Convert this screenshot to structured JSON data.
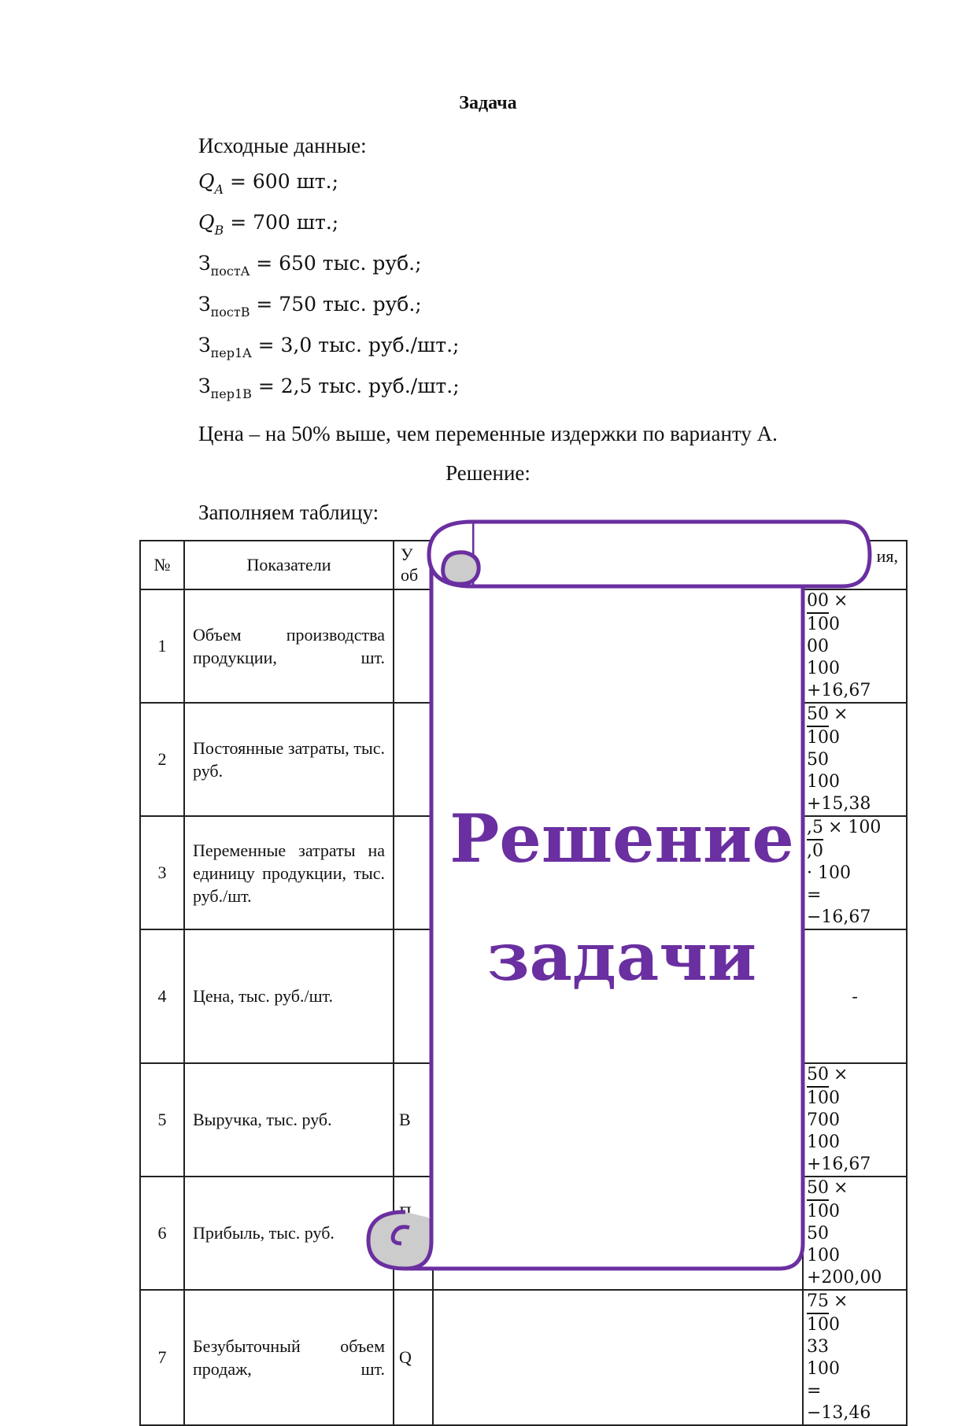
{
  "doc": {
    "title": "Задача",
    "given_label": "Исходные данные:",
    "givens": [
      {
        "sym": "Q",
        "sub": "A",
        "rest": " = 600 шт.;"
      },
      {
        "sym": "Q",
        "sub": "B",
        "rest": " = 700 шт.;"
      },
      {
        "sym": "З",
        "sub": "постA",
        "rest": " = 650 тыс. руб.;"
      },
      {
        "sym": "З",
        "sub": "постB",
        "rest": " = 750 тыс. руб.;"
      },
      {
        "sym": "З",
        "sub": "пер1A",
        "rest": " = 3,0 тыс. руб./шт.;"
      },
      {
        "sym": "З",
        "sub": "пер1B",
        "rest": " = 2,5 тыс. руб./шт.;"
      }
    ],
    "price_note": "Цена – на 50% выше, чем переменные издержки по варианту А.",
    "solution_label": "Решение:",
    "fill_label": "Заполняем таблицу:"
  },
  "table": {
    "headers": [
      "№",
      "Показатели",
      "У",
      "об",
      "ия,"
    ],
    "rows": [
      {
        "n": "1",
        "label": "Объем производства продукции, шт.",
        "unit": "",
        "calc": [
          "00",
          "× 100",
          "00",
          "100",
          "+16,67"
        ]
      },
      {
        "n": "2",
        "label": "Постоянные затраты, тыс. руб.",
        "unit": "",
        "calc": [
          "50",
          "× 100",
          "50",
          "100",
          "+15,38"
        ]
      },
      {
        "n": "3",
        "label": "Переменные затраты на единицу продукции, тыс. руб./шт.",
        "unit": "",
        "calc": [
          ",5",
          "× 100",
          ",0",
          "· 100",
          "= −16,67"
        ]
      },
      {
        "n": "4",
        "label": "Цена, тыс. руб./шт.",
        "unit": "",
        "calc_single": "-"
      },
      {
        "n": "5",
        "label": "Выручка, тыс. руб.",
        "unit": "В",
        "calc": [
          "50",
          "× 100",
          "700",
          "100",
          "+16,67"
        ]
      },
      {
        "n": "6",
        "label": "Прибыль, тыс. руб.",
        "unit": "П\n=\n−",
        "calc": [
          "50",
          "× 100",
          "50",
          "100",
          "+200,00"
        ]
      },
      {
        "n": "7",
        "label": "Безубыточный объем продаж, шт.",
        "unit": "Q",
        "calc": [
          "75",
          "× 100",
          "33",
          "100",
          "= −13,46"
        ]
      }
    ]
  },
  "overlay": {
    "line1": "Решение",
    "line2": "задачи",
    "color": "#6a2fa0",
    "fill": "#ffffff",
    "curl": "#cccccc"
  }
}
